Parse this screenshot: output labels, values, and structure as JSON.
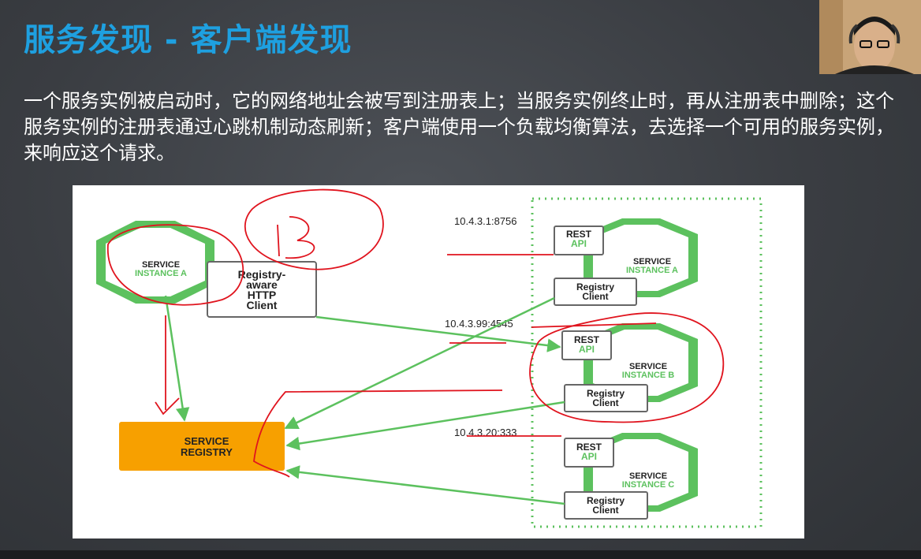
{
  "slide": {
    "title": "服务发现 - 客户端发现",
    "paragraph": "一个服务实例被启动时，它的网络地址会被写到注册表上；当服务实例终止时，再从注册表中删除；这个服务实例的注册表通过心跳机制动态刷新；客户端使用一个负载均衡算法，去选择一个可用的服务实例，来响应这个请求。"
  },
  "diagram": {
    "client_service": {
      "line1": "SERVICE",
      "line2": "INSTANCE A"
    },
    "http_client": [
      "Registry-",
      "aware",
      "HTTP",
      "Client"
    ],
    "registry": {
      "line1": "SERVICE",
      "line2": "REGISTRY"
    },
    "instances": [
      {
        "ip": "10.4.3.1:8756",
        "rest": "REST",
        "api": "API",
        "service": "SERVICE",
        "name": "INSTANCE A",
        "reg1": "Registry",
        "reg2": "Client"
      },
      {
        "ip": "10.4.3.99:4545",
        "rest": "REST",
        "api": "API",
        "service": "SERVICE",
        "name": "INSTANCE B",
        "reg1": "Registry",
        "reg2": "Client"
      },
      {
        "ip": "10.4.3.20:333",
        "rest": "REST",
        "api": "API",
        "service": "SERVICE",
        "name": "INSTANCE C",
        "reg1": "Registry",
        "reg2": "Client"
      }
    ],
    "colors": {
      "green": "#5cc15e",
      "orange": "#f7a000",
      "annotation": "#e0141e"
    }
  }
}
